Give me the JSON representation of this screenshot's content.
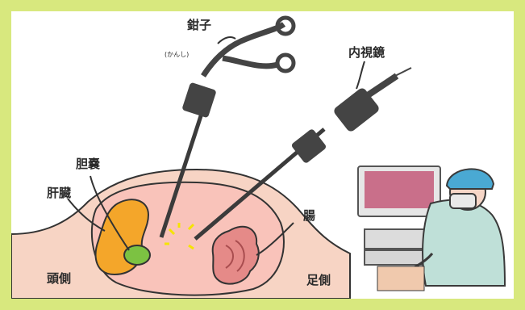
{
  "labels": {
    "forceps": "鉗子",
    "forceps_reading": "(かんし)",
    "endoscope": "内視鏡",
    "gallbladder": "胆嚢",
    "liver": "肝臓",
    "intestine": "腸",
    "head_side": "頭側",
    "foot_side": "足側"
  },
  "colors": {
    "frame": "#d8e87e",
    "body": "#f7d4c4",
    "cavity": "#f7b9b0",
    "liver": "#f4a62a",
    "gallbladder": "#7cc242",
    "intestine": "#e58a88",
    "instrument": "#444444",
    "highlight": "#f5e400",
    "screen": "#c96f8a",
    "gown": "#bfe0d8",
    "cap": "#4aa9d3"
  }
}
